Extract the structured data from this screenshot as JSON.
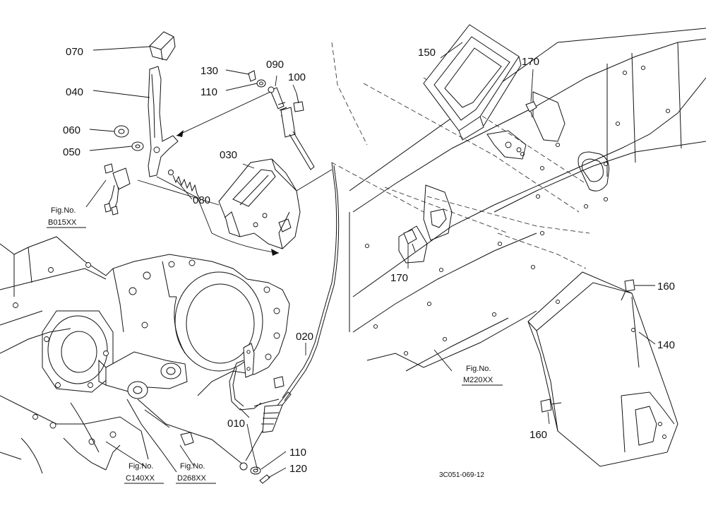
{
  "parts": {
    "p070": "070",
    "p040": "040",
    "p060": "060",
    "p050": "050",
    "p130": "130",
    "p110a": "110",
    "p090": "090",
    "p100": "100",
    "p030": "030",
    "p080": "080",
    "p150": "150",
    "p170a": "170",
    "p170b": "170",
    "p160a": "160",
    "p140": "140",
    "p160b": "160",
    "p020": "020",
    "p010": "010",
    "p110b": "110",
    "p120": "120"
  },
  "figrefs": {
    "b015_label": "Fig.No.",
    "b015_code": "B015XX",
    "m220_label": "Fig.No.",
    "m220_code": "M220XX",
    "c140_label": "Fig.No.",
    "c140_code": "C140XX",
    "d268_label": "Fig.No.",
    "d268_code": "D268XX"
  },
  "drawing_code": "3C051-069-12"
}
